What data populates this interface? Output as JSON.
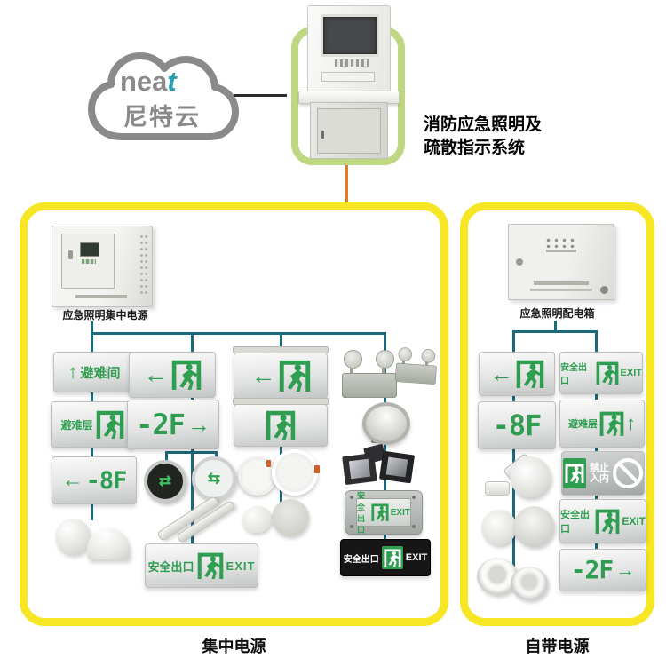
{
  "icons": {
    "up_arrow": "↑",
    "left_arrow": "←",
    "right_arrow": "→",
    "swap_arrow_a": "⇄",
    "swap_arrow_b": "⇆"
  },
  "logo": {
    "brand_latin": "nea",
    "brand_t": "t",
    "brand_cn": "尼特云"
  },
  "top": {
    "system_title_line1": "消防应急照明及",
    "system_title_line2": "疏散指示系统"
  },
  "left_panel": {
    "device_label": "应急照明集中电源",
    "footer_label": "集中电源",
    "signs": {
      "refuge_room": "避难间",
      "refuge_floor": "避难层",
      "minus_8f": "-8F",
      "minus_2f": "-2F",
      "exit_cn": "安全出口",
      "exit_en": "EXIT"
    }
  },
  "right_panel": {
    "device_label": "应急照明配电箱",
    "footer_label": "自带电源",
    "signs": {
      "minus_8f": "-8F",
      "minus_2f": "-2F",
      "exit_cn": "安全出口",
      "exit_en": "EXIT",
      "refuge_floor": "避难层",
      "no_entry_line1": "禁止",
      "no_entry_line2": "入内"
    }
  }
}
